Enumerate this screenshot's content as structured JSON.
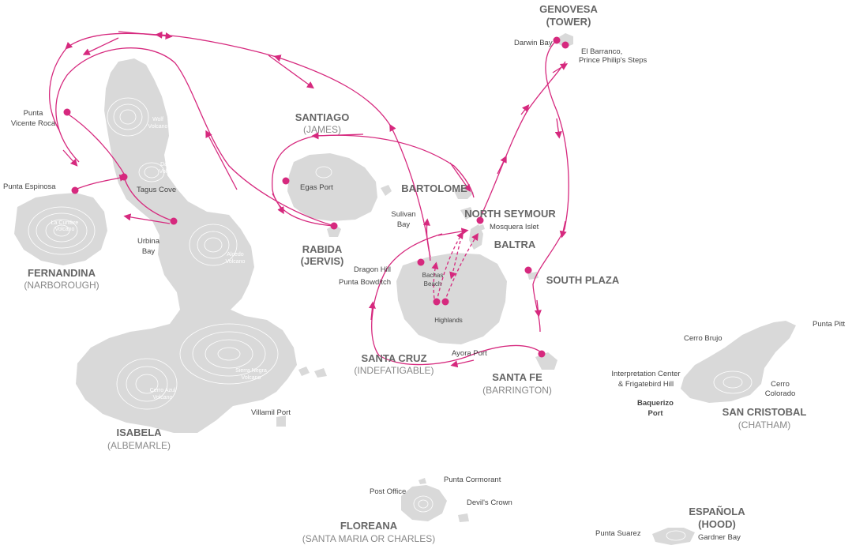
{
  "colors": {
    "land": "#d9d9d9",
    "route": "#d6297e",
    "stop": "#d6297e",
    "island_name": "#666666",
    "island_alt": "#888888",
    "site_label": "#444444"
  },
  "islands": {
    "genovesa": {
      "name": "GENOVESA",
      "alt": "(TOWER)"
    },
    "santiago": {
      "name": "SANTIAGO",
      "alt": "(JAMES)"
    },
    "bartolome": {
      "name": "BARTOLOME"
    },
    "north_seymour": {
      "name": "NORTH SEYMOUR"
    },
    "baltra": {
      "name": "BALTRA"
    },
    "rabida": {
      "name": "RABIDA",
      "alt": "(JERVIS)"
    },
    "south_plaza": {
      "name": "SOUTH PLAZA"
    },
    "fernandina": {
      "name": "FERNANDINA",
      "alt": "(NARBOROUGH)"
    },
    "santa_cruz": {
      "name": "SANTA CRUZ",
      "alt": "(INDEFATIGABLE)"
    },
    "santa_fe": {
      "name": "SANTA FE",
      "alt": "(BARRINGTON)"
    },
    "san_cristobal": {
      "name": "SAN CRISTOBAL",
      "alt": "(CHATHAM)"
    },
    "isabela": {
      "name": "ISABELA",
      "alt": "(ALBEMARLE)"
    },
    "floreana": {
      "name": "FLOREANA",
      "alt": "(SANTA MARIA OR CHARLES)"
    },
    "espanola": {
      "name": "ESPAÑOLA",
      "alt": "(HOOD)"
    }
  },
  "sites": {
    "darwin_bay": "Darwin Bay",
    "el_barranco": "El Barranco,",
    "prince_philip": "Prince Philip's Steps",
    "punta_vicente_roca_1": "Punta",
    "punta_vicente_roca_2": "Vicente Roca",
    "punta_espinosa": "Punta Espinosa",
    "tagus_cove": "Tagus Cove",
    "urbina_bay_1": "Urbina",
    "urbina_bay_2": "Bay",
    "egas_port": "Egas Port",
    "sulivan_bay_1": "Sulivan",
    "sulivan_bay_2": "Bay",
    "mosquera_islet": "Mosquera Islet",
    "dragon_hill": "Dragon Hill",
    "punta_bowditch": "Punta Bowditch",
    "bachas_beach_1": "Bachas",
    "bachas_beach_2": "Beach",
    "highlands": "Highlands",
    "ayora_port": "Ayora Port",
    "villamil_port": "Villamil Port",
    "punta_pitt": "Punta Pitt",
    "cerro_brujo": "Cerro Brujo",
    "interpretation_center_1": "Interpretation Center",
    "interpretation_center_2": "& Frigatebird Hill",
    "cerro_colorado_1": "Cerro",
    "cerro_colorado_2": "Colorado",
    "baquerizo_port_1": "Baquerizo",
    "baquerizo_port_2": "Port",
    "post_office": "Post Office",
    "punta_cormorant": "Punta Cormorant",
    "devils_crown": "Devil's Crown",
    "punta_suarez": "Punta Suarez",
    "gardner_bay": "Gardner Bay"
  },
  "volcanoes": {
    "wolf_1": "Wolf",
    "wolf_2": "Volcano",
    "darwin_1": "Darwin",
    "darwin_2": "Volcano",
    "la_cumbre_1": "La Cumbre",
    "la_cumbre_2": "Volcano",
    "alcedo_1": "Alcedo",
    "alcedo_2": "Volcano",
    "sierra_negra_1": "Sierra Negra",
    "sierra_negra_2": "Volcano",
    "cerro_azul_1": "Cerro Azul",
    "cerro_azul_2": "Volcano"
  }
}
